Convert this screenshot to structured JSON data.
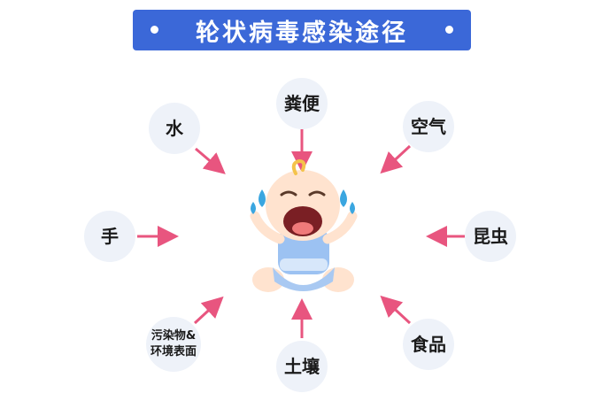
{
  "title": "轮状病毒感染途径",
  "colors": {
    "banner": "#3b68d8",
    "node_fill": "#eef2f9",
    "arrow": "#e8557f"
  },
  "center_icon": "crying-baby-icon",
  "routes": [
    {
      "id": "feces",
      "label": "粪便"
    },
    {
      "id": "air",
      "label": "空气"
    },
    {
      "id": "insects",
      "label": "昆虫"
    },
    {
      "id": "food",
      "label": "食品"
    },
    {
      "id": "soil",
      "label": "土壤"
    },
    {
      "id": "contaminated-surfaces",
      "label": "污染物&\n环境表面"
    },
    {
      "id": "hands",
      "label": "手"
    },
    {
      "id": "water",
      "label": "水"
    }
  ]
}
